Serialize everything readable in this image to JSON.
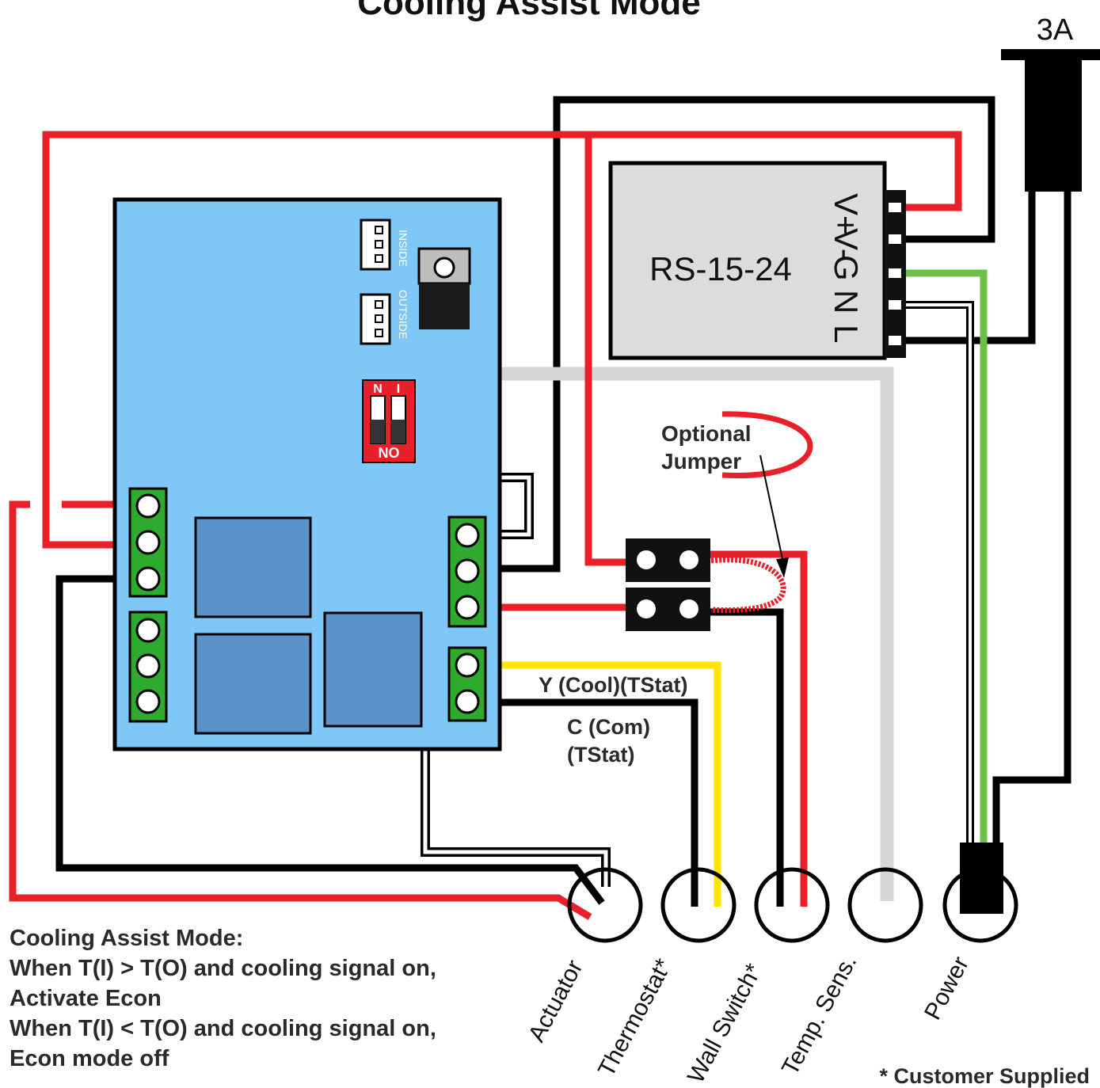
{
  "title": "Cooling Assist Mode",
  "fuse_label": "3A",
  "psu": {
    "model": "RS-15-24",
    "terminals": [
      "V+",
      "V-",
      "G",
      "N",
      "L"
    ]
  },
  "board": {
    "dip_labels": [
      "N",
      "I"
    ],
    "dip_caption": "NO",
    "header_inside": "INSIDE",
    "header_outside": "OUTSIDE"
  },
  "jumper": {
    "line1": "Optional",
    "line2": "Jumper"
  },
  "wire_labels": {
    "y": "Y (Cool)(TStat)",
    "c_line1": "C (Com)",
    "c_line2": "(TStat)"
  },
  "devices": [
    "Actuator",
    "Thermostat*",
    "Wall Switch*",
    "Temp. Sens.",
    "Power"
  ],
  "notes": {
    "heading": "Cooling Assist Mode:",
    "line1": "When T(I) > T(O) and cooling signal on,",
    "line2": "Activate Econ",
    "line3": "When T(I) < T(O) and cooling signal on,",
    "line4": "Econ mode off"
  },
  "footnote": "* Customer Supplied",
  "colors": {
    "board": "#7fc7f7",
    "relay": "#5b92c9",
    "terminal": "#2eaa2e",
    "red_wire": "#e8202a",
    "yellow_wire": "#ffe600",
    "green_wire": "#6cc04a",
    "gray_wire": "#d6d6d6",
    "psu": "#dcdcdc"
  }
}
